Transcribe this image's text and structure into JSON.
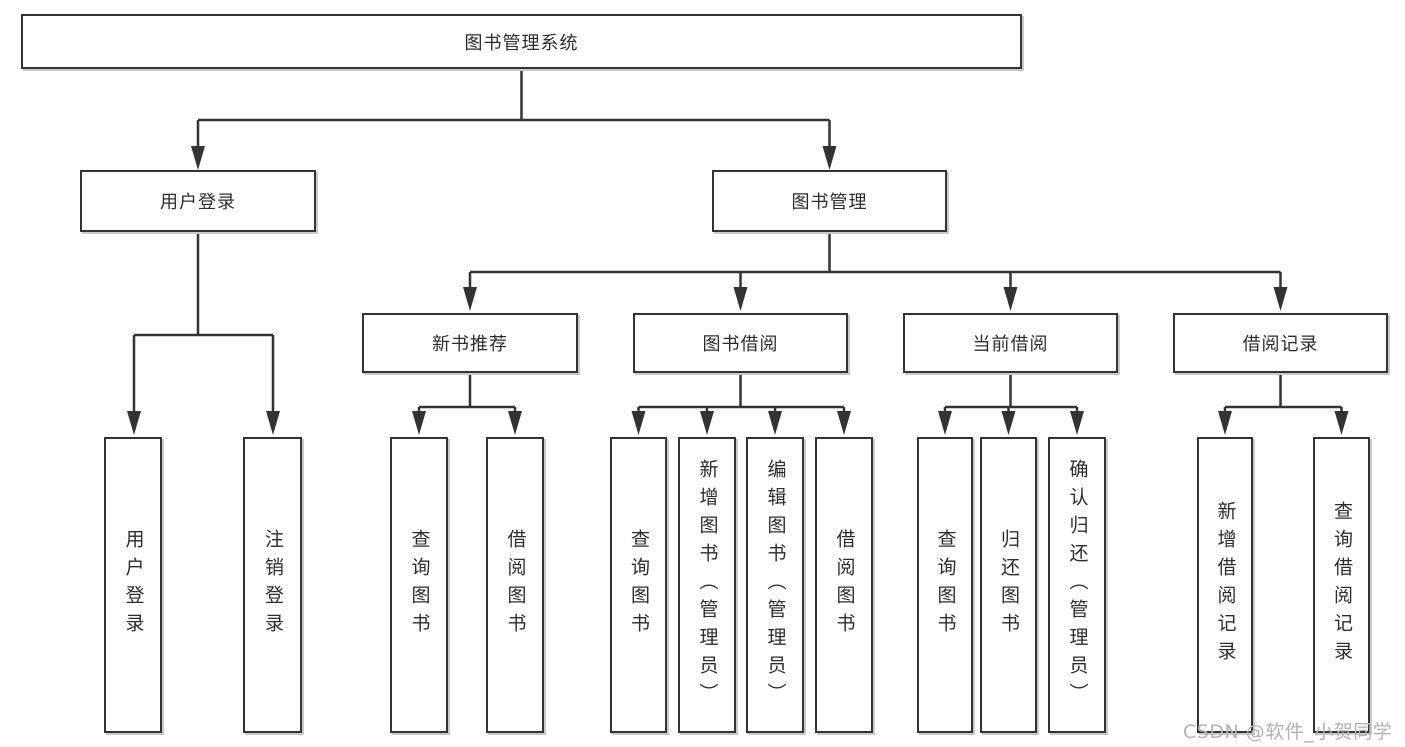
{
  "colors": {
    "line": "#333333",
    "box_border": "#333333",
    "text": "#2d2d2d",
    "background": "#ffffff",
    "watermark": "#b3b3b3"
  },
  "watermark": "CSDN @软件_小贺同学",
  "tree": {
    "root": "图书管理系统",
    "branches": [
      {
        "label": "用户登录",
        "children": [
          "用户登录",
          "注销登录"
        ]
      },
      {
        "label": "图书管理",
        "groups": [
          {
            "label": "新书推荐",
            "children": [
              "查询图书",
              "借阅图书"
            ]
          },
          {
            "label": "图书借阅",
            "children": [
              "查询图书",
              "新增图书（管理员）",
              "编辑图书（管理员）",
              "借阅图书"
            ]
          },
          {
            "label": "当前借阅",
            "children": [
              "查询图书",
              "归还图书",
              "确认归还（管理员）"
            ]
          },
          {
            "label": "借阅记录",
            "children": [
              "新增借阅记录",
              "查询借阅记录"
            ]
          }
        ]
      }
    ]
  }
}
